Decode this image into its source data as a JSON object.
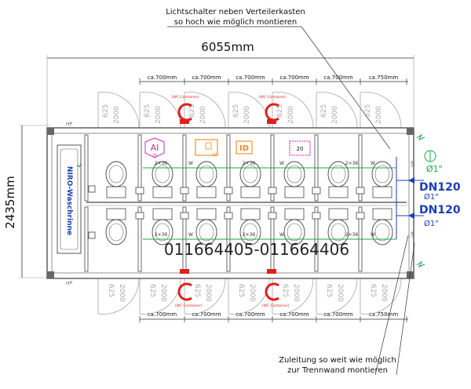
{
  "notes": {
    "top_line1": "Lichtschalter neben Verteilerkasten",
    "top_line2": "so hoch wie möglich montieren",
    "bottom_line1": "Zuleitung so weit wie möglich",
    "bottom_line2": "zur Trennwand montieren"
  },
  "dimensions": {
    "total_length": "6055mm",
    "total_width": "2435mm",
    "top_cabins": [
      "ca.700mm",
      "ca.700mm",
      "ca.700mm",
      "ca.700mm",
      "ca.700mm",
      "ca.750mm"
    ],
    "bottom_cabins": [
      "ca.700mm",
      "ca.700mm",
      "ca.700mm",
      "ca.700mm",
      "ca.700mm",
      "ca.750mm"
    ]
  },
  "sink": {
    "label": "NIRO-Waschrinne"
  },
  "pipes": {
    "dn_top": "DN120",
    "dn_top_sub": "Ø1\"",
    "dn_bottom": "DN120",
    "dn_bottom_sub": "Ø1\"",
    "label_top_right": "Ø1\""
  },
  "signs": {
    "ai": "AI",
    "id": "ID",
    "num": "20",
    "small_num_a": "20",
    "small_num_b": "20"
  },
  "row_labels": {
    "top_dims": [
      "2×36",
      "2×36",
      "2×36"
    ],
    "bottom_dims": [
      "2×36",
      "2×36",
      "2×36"
    ],
    "w": "W"
  },
  "red_notes": {
    "top": "(WC-Container)",
    "bottom": "(WC Container)"
  },
  "watermark": "011664405-011664406",
  "side_labels": {
    "hp_top": "HP",
    "hp_bottom": "HP",
    "vp_top": "VP",
    "vp_bottom": "VP"
  },
  "door_text": [
    "625",
    "2000"
  ],
  "colors": {
    "red": "#e0201c",
    "blue": "#1a3fb0",
    "green": "#1aa84a",
    "magenta": "#cc2bb6",
    "orange": "#f08a18"
  }
}
